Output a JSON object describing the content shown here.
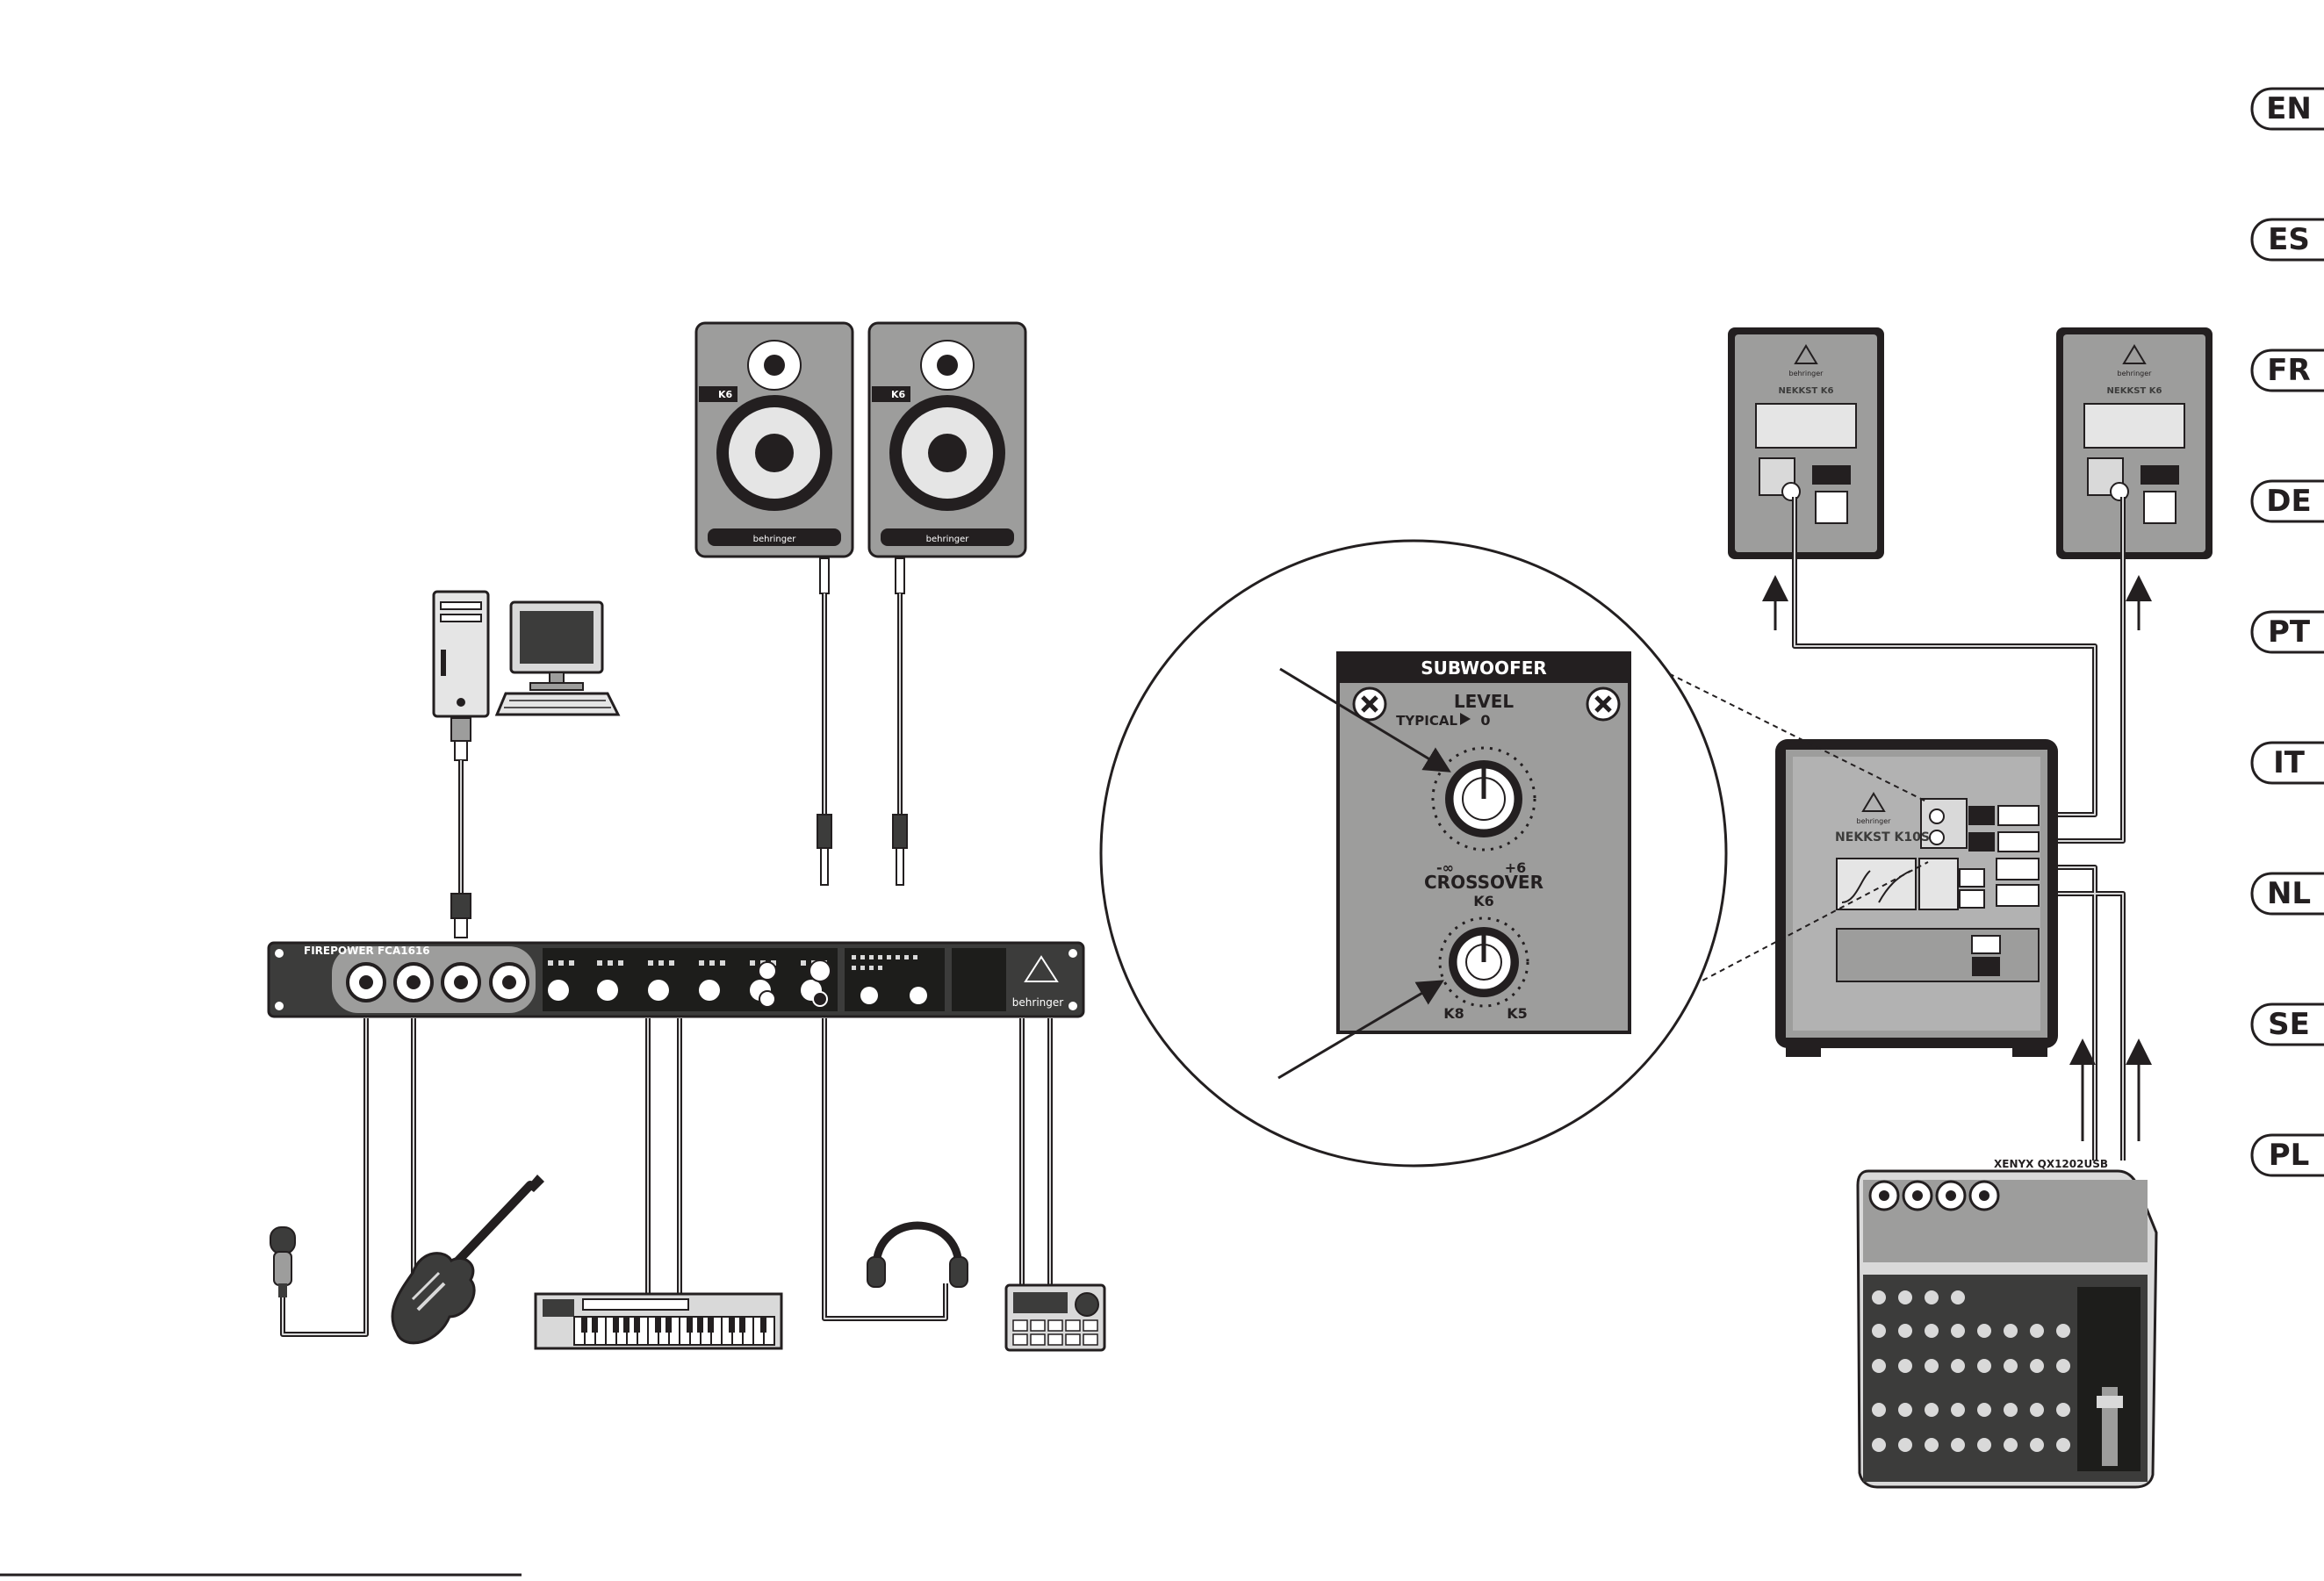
{
  "languages": [
    "EN",
    "ES",
    "FR",
    "DE",
    "PT",
    "IT",
    "NL",
    "SE",
    "PL"
  ],
  "interface": {
    "model_left": "FIREPOWER FCA1616",
    "brand": "behringer"
  },
  "monitors": {
    "front_badge": "K6",
    "front_brand": "behringer",
    "rear_model": "NEKKST K6",
    "rear_brand": "behringer"
  },
  "subwoofer_panel": {
    "title": "SUBWOOFER",
    "level_label": "LEVEL",
    "typical_label": "TYPICAL",
    "typical_value": "0",
    "min_label": "-∞",
    "max_label": "+6",
    "crossover_label": "CROSSOVER",
    "crossover_top": "K6",
    "crossover_left": "K8",
    "crossover_right": "K5"
  },
  "subwoofer_unit": {
    "model": "NEKKST K10S",
    "brand": "behringer"
  },
  "mixer": {
    "model": "XENYX QX1202USB"
  },
  "colors": {
    "line": "#231f20",
    "device_gray": "#9d9d9c",
    "dark": "#3c3c3b",
    "light_gray": "#d9d9d9"
  }
}
